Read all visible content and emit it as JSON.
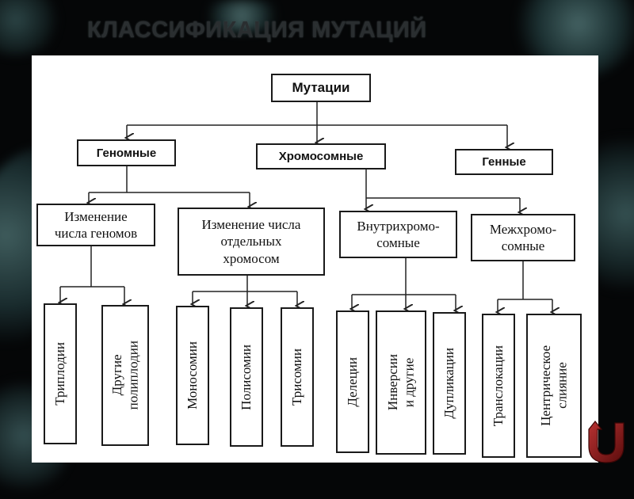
{
  "slide": {
    "title": "КЛАССИФИКАЦИЯ МУТАЦИЙ"
  },
  "diagram": {
    "root": "Мутации",
    "level1": {
      "genomic": "Геномные",
      "chromosomal": "Хромосомные",
      "genic": "Генные"
    },
    "level2": {
      "genome_number_change": "Изменение\nчисла геномов",
      "chromosome_number_change": "Изменение числа\nотдельных\nхромосом",
      "intrachromosomal": "Внутрихромо-\nсомные",
      "interchromosomal": "Межхромо-\nсомные"
    },
    "leaves": {
      "triploidy": "Триплодии",
      "other_polyploidy": "Другие\nполиплодии",
      "monosomy": "Моносомии",
      "polysomy": "Полисомии",
      "trisomy": "Трисомии",
      "deletions": "Делеции",
      "inversions_other": "Инверсии\nи другие",
      "duplications": "Дупликации",
      "translocations": "Транслокации",
      "centric_fusion": "Центрическое\nслияние"
    }
  },
  "navigation": {
    "back_icon": "return-arrow-icon",
    "back_icon_color": "#8b1a1a"
  }
}
